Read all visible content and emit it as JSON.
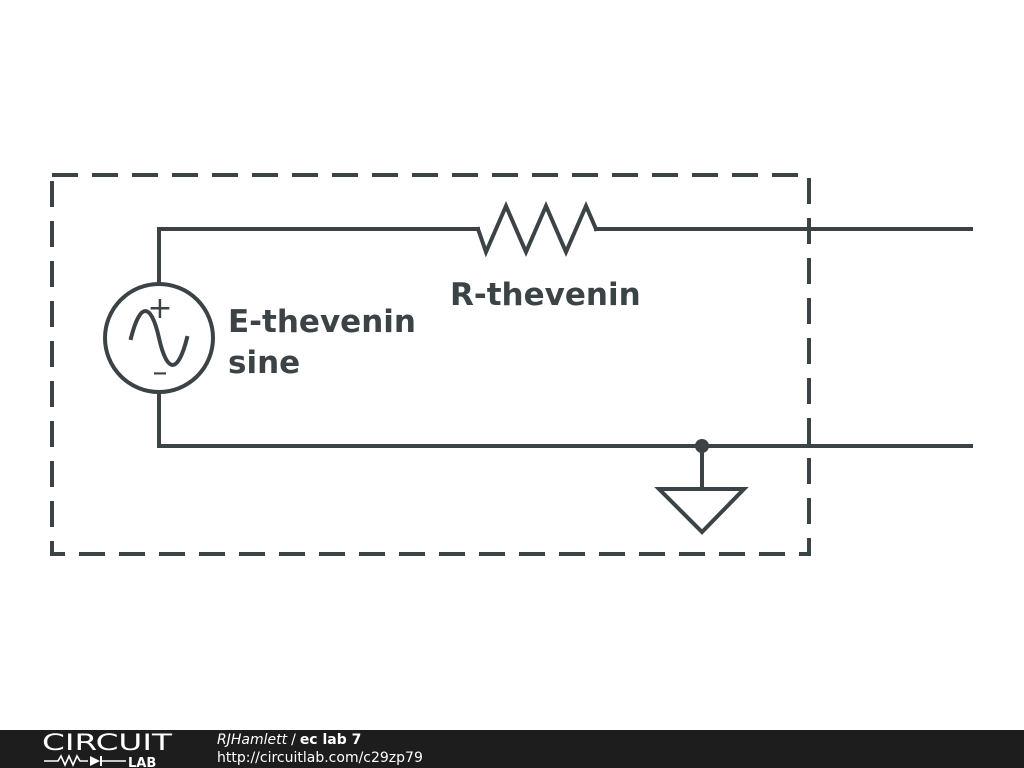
{
  "diagram": {
    "source_label_line1": "E-thevenin",
    "source_label_line2": "sine",
    "resistor_label": "R-thevenin",
    "source_plus": "+",
    "source_minus": "–",
    "stroke_color": "#3c4347"
  },
  "footer": {
    "logo_top": "CIRCUIT",
    "logo_bottom": "LAB",
    "author": "RJHamlett",
    "separator": "/",
    "title": "ec lab 7",
    "url": "http://circuitlab.com/c29zp79",
    "background_color": "#1d1d1d"
  }
}
